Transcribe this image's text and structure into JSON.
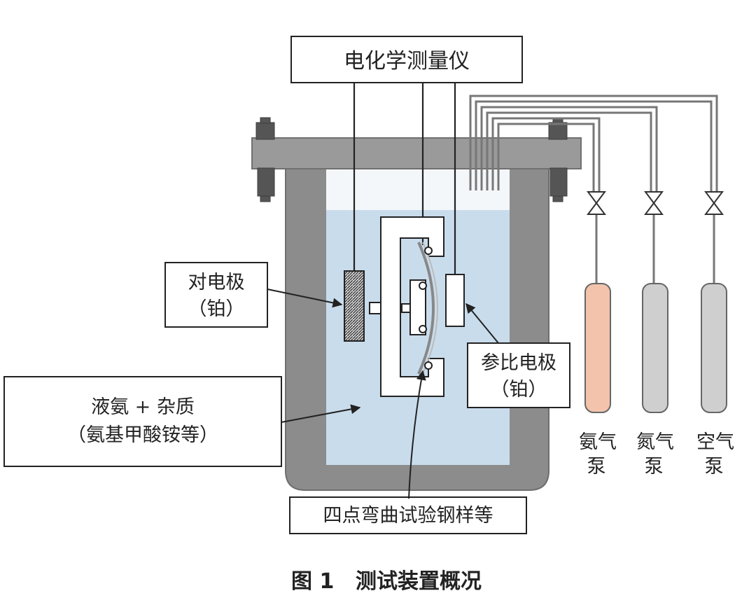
{
  "labels": {
    "instrument": "电化学测量仪",
    "counter_electrode": {
      "line1": "对电极",
      "line2": "（铂）"
    },
    "reference_electrode": {
      "line1": "参比电极",
      "line2": "（铂）"
    },
    "liquid": {
      "line1": "液氨 + 杂质",
      "line2": "（氨基甲酸铵等）"
    },
    "specimen": "四点弯曲试验钢样等",
    "pump_ammonia": {
      "line1": "氨气",
      "line2": "泵"
    },
    "pump_nitrogen": {
      "line1": "氮气",
      "line2": "泵"
    },
    "pump_air": {
      "line1": "空气",
      "line2": "泵"
    }
  },
  "caption": {
    "figure": "图 1",
    "title": "测试装置概况"
  },
  "colors": {
    "vessel": "#8c8c8c",
    "vessel_stroke": "#6e6e6e",
    "liquid": "#c9dcec",
    "flange": "#9a9a9a",
    "bolt": "#555555",
    "pipe": "#777777",
    "ammonia_cylinder": "#f3c3ac",
    "gray_cylinder": "#cfcfcf",
    "line": "#222222"
  }
}
